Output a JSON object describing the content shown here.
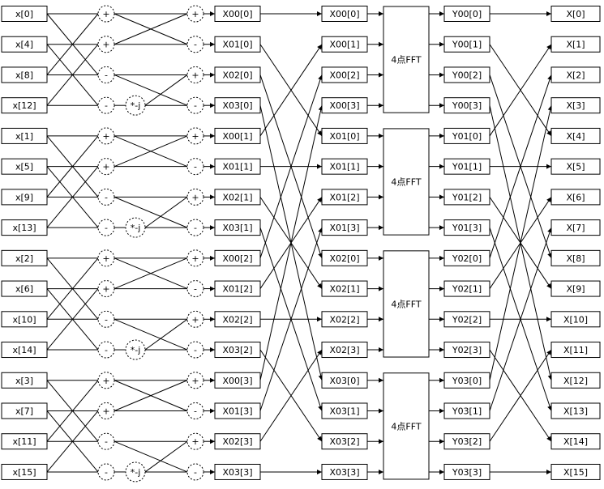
{
  "inputs": [
    "x[0]",
    "x[4]",
    "x[8]",
    "x[12]",
    "x[1]",
    "x[5]",
    "x[9]",
    "x[13]",
    "x[2]",
    "x[6]",
    "x[10]",
    "x[14]",
    "x[3]",
    "x[7]",
    "x[11]",
    "x[15]"
  ],
  "stage1_ops": [
    "+",
    "+",
    "-",
    "-"
  ],
  "stage2_ops": [
    "+",
    "-",
    "+",
    "-"
  ],
  "twiddle": "*-j",
  "stage1_outputs": [
    "X00[0]",
    "X01[0]",
    "X02[0]",
    "X03[0]",
    "X00[1]",
    "X01[1]",
    "X02[1]",
    "X03[1]",
    "X00[2]",
    "X01[2]",
    "X02[2]",
    "X03[2]",
    "X00[3]",
    "X01[3]",
    "X02[3]",
    "X03[3]"
  ],
  "fft_inputs": [
    "X00[0]",
    "X00[1]",
    "X00[2]",
    "X00[3]",
    "X01[0]",
    "X01[1]",
    "X01[2]",
    "X01[3]",
    "X02[0]",
    "X02[1]",
    "X02[2]",
    "X02[3]",
    "X03[0]",
    "X03[1]",
    "X03[2]",
    "X03[3]"
  ],
  "fft_block_label": "4点FFT",
  "fft_outputs": [
    "Y00[0]",
    "Y00[1]",
    "Y00[2]",
    "Y00[3]",
    "Y01[0]",
    "Y01[1]",
    "Y01[2]",
    "Y01[3]",
    "Y02[0]",
    "Y02[1]",
    "Y02[2]",
    "Y02[3]",
    "Y03[0]",
    "Y03[1]",
    "Y03[2]",
    "Y03[3]"
  ],
  "outputs": [
    "X[0]",
    "X[1]",
    "X[2]",
    "X[3]",
    "X[4]",
    "X[5]",
    "X[6]",
    "X[7]",
    "X[8]",
    "X[9]",
    "X[10]",
    "X[11]",
    "X[12]",
    "X[13]",
    "X[14]",
    "X[15]"
  ]
}
